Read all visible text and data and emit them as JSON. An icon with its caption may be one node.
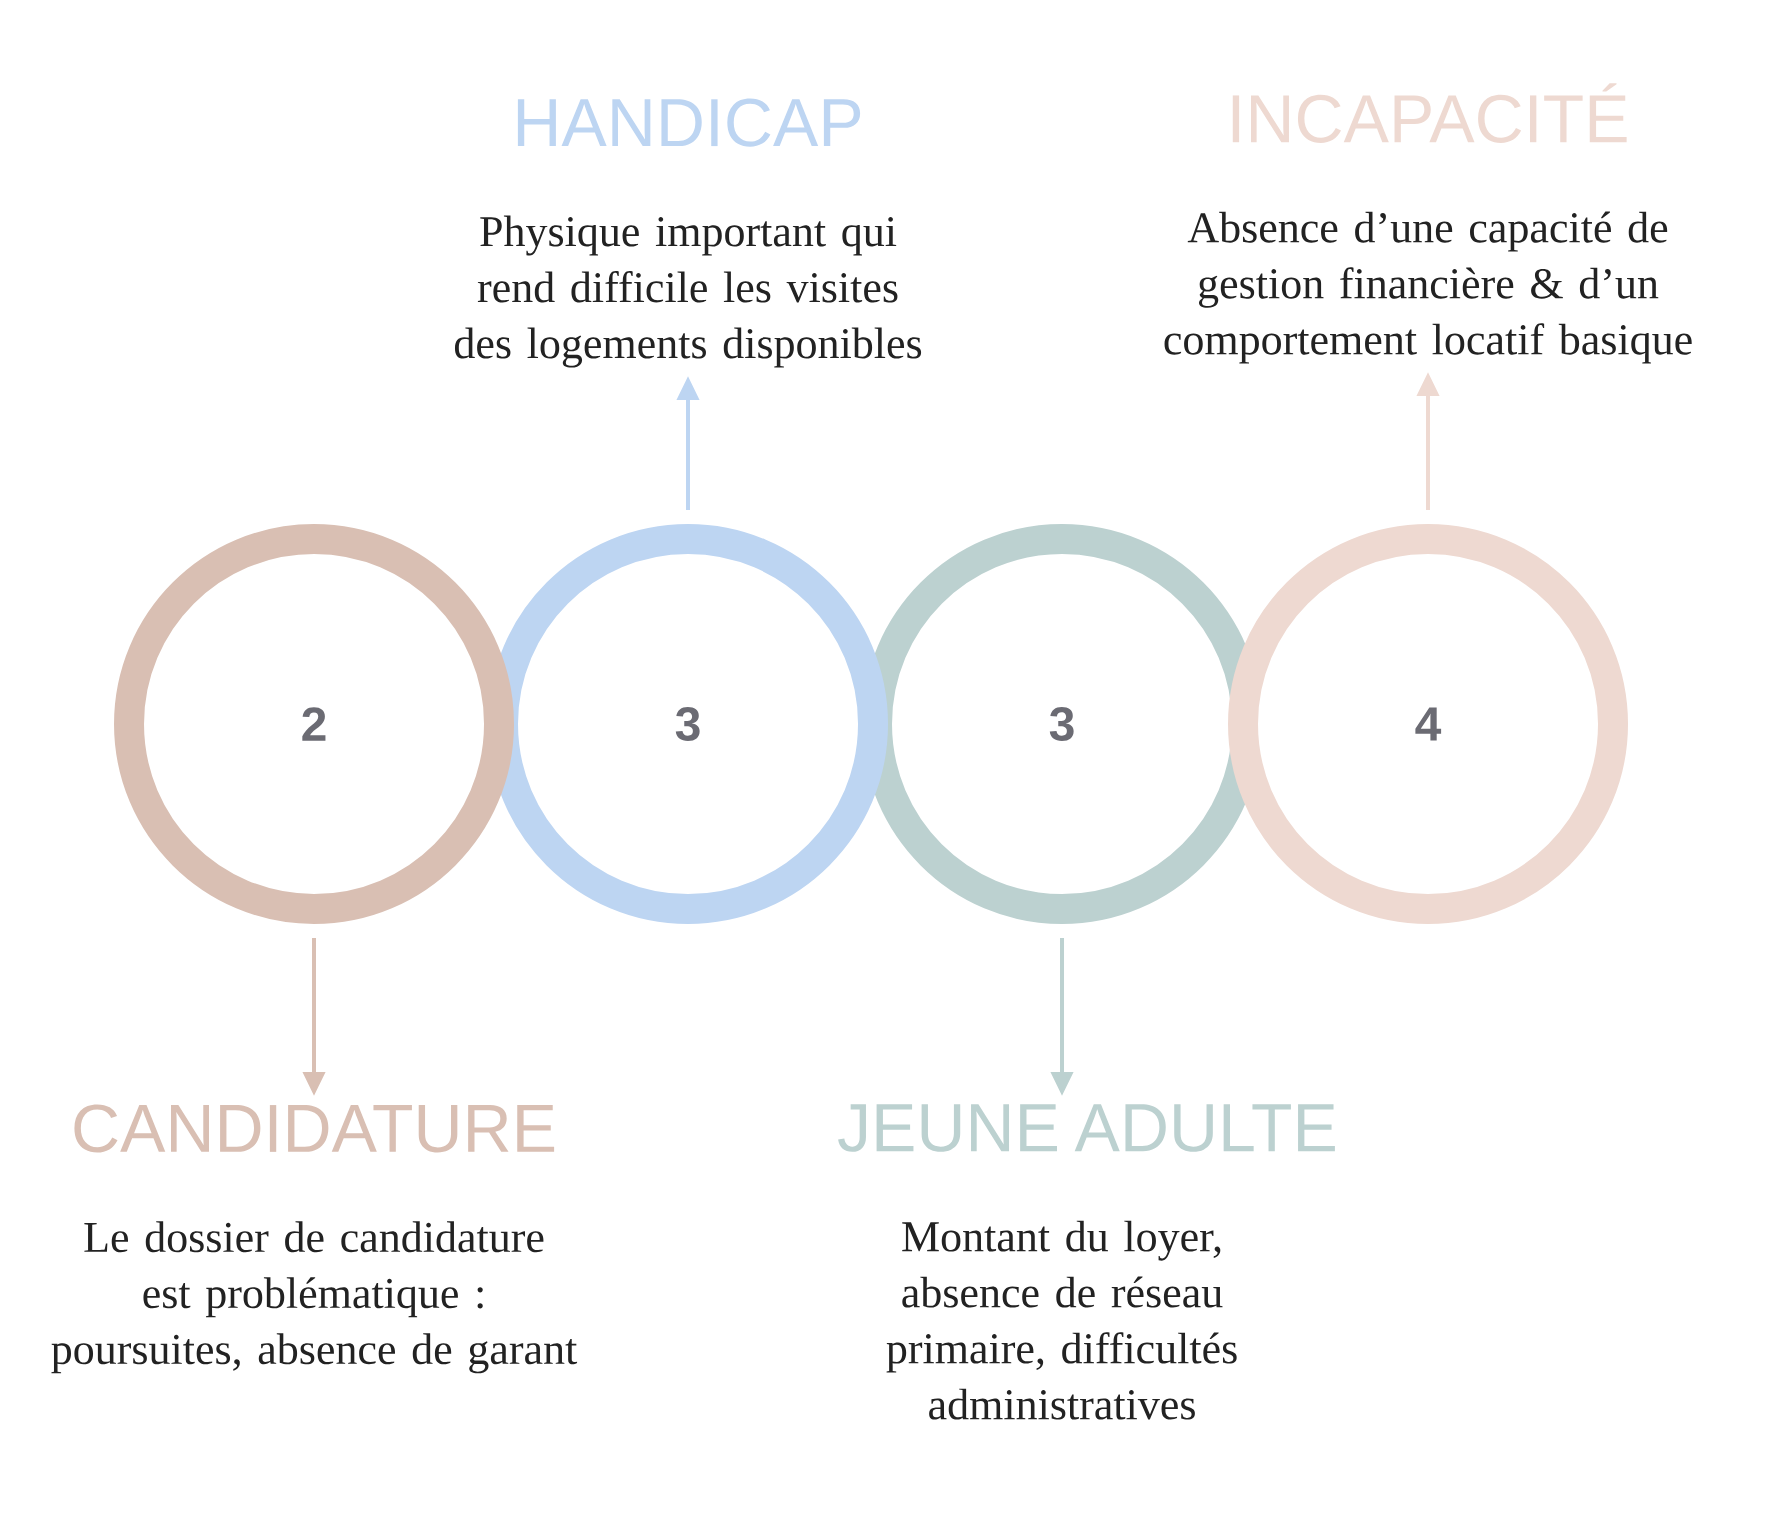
{
  "diagram": {
    "nodes": [
      {
        "text": [
          "HANDICAP",
          "Physique important qui rend difficile les visites des logements disponibles"
        ]
      },
      {
        "text": [
          "INCAPACITÉ",
          "Absence d’une capacité de gestion financière & d’un comportement locatif basique"
        ]
      },
      {
        "text": [
          "2"
        ]
      },
      {
        "text": [
          "3"
        ]
      },
      {
        "text": [
          "3"
        ]
      },
      {
        "text": [
          "4"
        ]
      },
      {
        "text": [
          "CANDIDATURE",
          "Le dossier de candidature est problématique : poursuites, absence de garant"
        ]
      },
      {
        "text": [
          "JEUNE ADULTE",
          "Montant du loyer, absence de réseau primaire, difficultés administratives"
        ]
      }
    ],
    "edges": [
      {
        "from": 3,
        "to": 0,
        "arrow": "to",
        "color": "#bdd5f2"
      },
      {
        "from": 5,
        "to": 1,
        "arrow": "to",
        "color": "#eed9d1"
      },
      {
        "from": 2,
        "to": 6,
        "arrow": "to",
        "color": "#d9bfb3"
      },
      {
        "from": 4,
        "to": 7,
        "arrow": "to",
        "color": "#bcd1d0"
      }
    ]
  }
}
